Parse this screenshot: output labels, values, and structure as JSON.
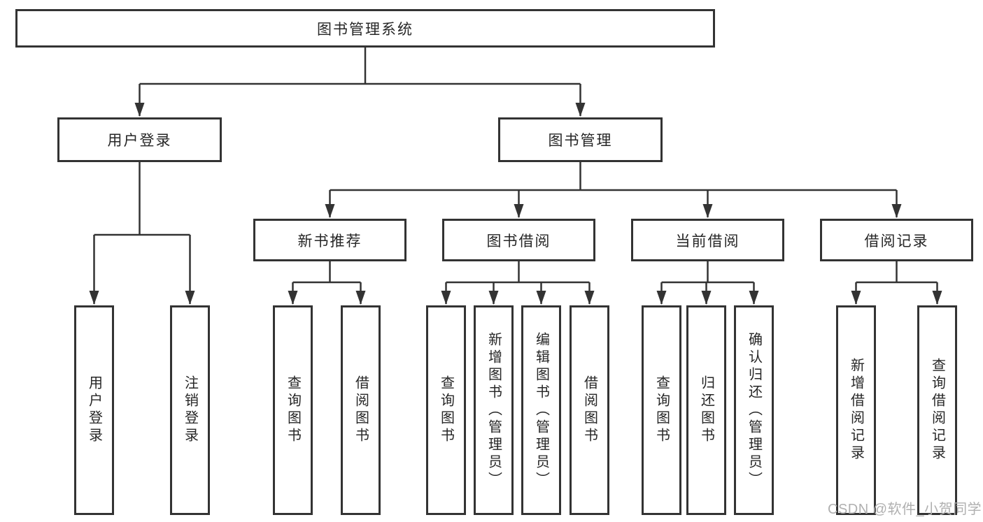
{
  "diagram": {
    "type": "hierarchy-tree",
    "title": "图书管理系统"
  },
  "root": {
    "label": "图书管理系统"
  },
  "level2": {
    "login": {
      "label": "用户登录"
    },
    "management": {
      "label": "图书管理"
    }
  },
  "level3": {
    "recommend": {
      "label": "新书推荐"
    },
    "borrow": {
      "label": "图书借阅"
    },
    "current": {
      "label": "当前借阅"
    },
    "records": {
      "label": "借阅记录"
    }
  },
  "leaves": {
    "login": [
      "用户登录",
      "注销登录"
    ],
    "recommend": [
      "查询图书",
      "借阅图书"
    ],
    "borrow": [
      "查询图书",
      "新增图书（管理员）",
      "编辑图书（管理员）",
      "借阅图书"
    ],
    "current": [
      "查询图书",
      "归还图书",
      "确认归还（管理员）"
    ],
    "records": [
      "新增借阅记录",
      "查询借阅记录"
    ]
  },
  "watermark": "CSDN @软件_小贺同学",
  "colors": {
    "line": "#333333",
    "box_border": "#333333",
    "text": "#262626",
    "watermark": "#b0b0b0",
    "background": "#ffffff"
  }
}
